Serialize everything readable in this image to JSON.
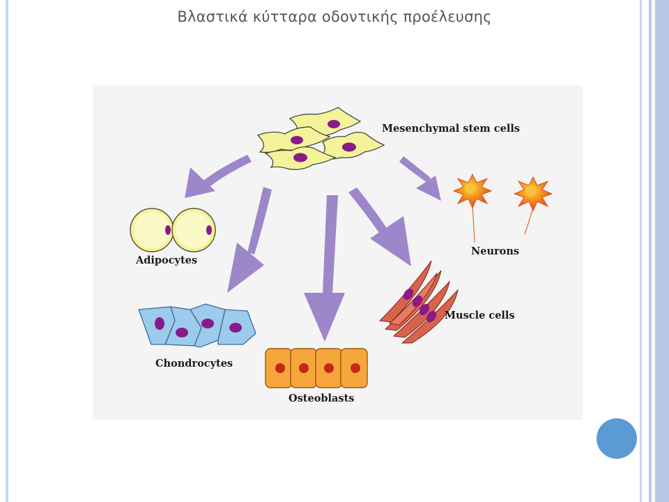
{
  "slide": {
    "title": "Βλαστικά κύτταρα οδοντικής προέλευσης"
  },
  "diagram": {
    "labels": {
      "stem": "Mesenchymal stem cells",
      "adipocytes": "Adipocytes",
      "chondrocytes": "Chondrocytes",
      "osteoblasts": "Osteoblasts",
      "muscle": "Muscle cells",
      "neurons": "Neurons"
    }
  },
  "colors": {
    "arrow": "#9d86c9",
    "stem_cell": "#f4f39a",
    "nucleus": "#8a1a8a",
    "chondrocyte": "#9ccbec",
    "osteoblast": "#f6a63c",
    "muscle": "#d9624c",
    "neuron": "#f2701c",
    "accent_circle": "#5b9bd5"
  }
}
